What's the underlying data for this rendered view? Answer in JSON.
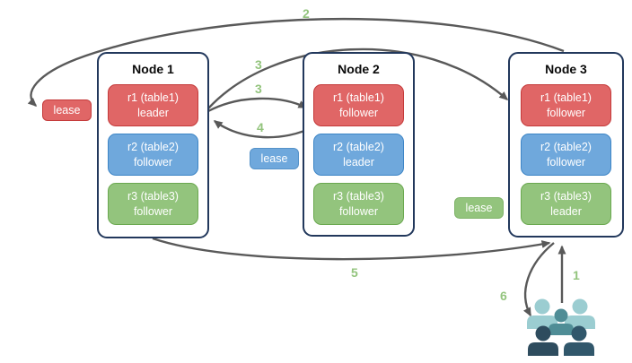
{
  "diagram": {
    "nodes": [
      {
        "title": "Node 1",
        "replicas": [
          {
            "name": "r1 (table1)",
            "role": "leader",
            "color_key": "red"
          },
          {
            "name": "r2 (table2)",
            "role": "follower",
            "color_key": "blue"
          },
          {
            "name": "r3 (table3)",
            "role": "follower",
            "color_key": "green"
          }
        ]
      },
      {
        "title": "Node 2",
        "replicas": [
          {
            "name": "r1 (table1)",
            "role": "follower",
            "color_key": "red"
          },
          {
            "name": "r2 (table2)",
            "role": "leader",
            "color_key": "blue"
          },
          {
            "name": "r3 (table3)",
            "role": "follower",
            "color_key": "green"
          }
        ]
      },
      {
        "title": "Node 3",
        "replicas": [
          {
            "name": "r1 (table1)",
            "role": "follower",
            "color_key": "red"
          },
          {
            "name": "r2 (table2)",
            "role": "follower",
            "color_key": "blue"
          },
          {
            "name": "r3 (table3)",
            "role": "leader",
            "color_key": "green"
          }
        ]
      }
    ],
    "leases": [
      {
        "label": "lease",
        "color_key": "red"
      },
      {
        "label": "lease",
        "color_key": "blue"
      },
      {
        "label": "lease",
        "color_key": "green"
      }
    ],
    "step_labels": {
      "s1": "1",
      "s2": "2",
      "s3a": "3",
      "s3b": "3",
      "s4": "4",
      "s5": "5",
      "s6": "6"
    },
    "icons": {
      "clients": "users-group-icon"
    },
    "colors": {
      "red_fill": "#e06666",
      "red_border": "#c43a3a",
      "blue_fill": "#6fa8dc",
      "blue_border": "#3d85c6",
      "green_fill": "#93c47d",
      "green_border": "#6aa84f",
      "node_border": "#22385c",
      "arrow": "#595959",
      "step_label": "#93c47d",
      "users_light": "#9bcdd1",
      "users_mid": "#4f8d96",
      "users_dark_left": "#2e4c5e",
      "users_dark_right": "#31576b"
    }
  }
}
